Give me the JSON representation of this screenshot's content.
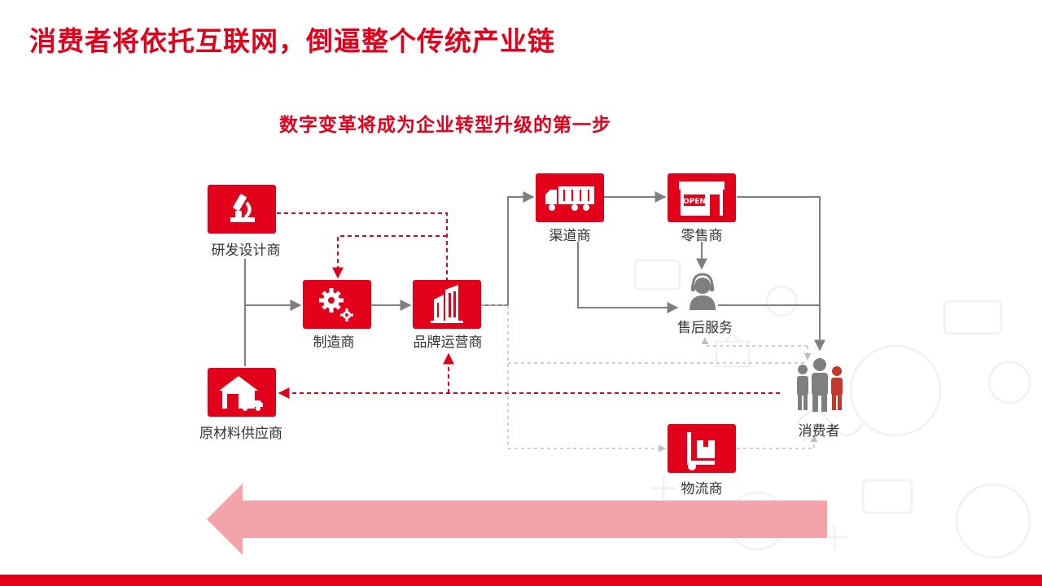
{
  "title": "消费者将依托互联网，倒逼整个传统产业链",
  "subtitle": "数字变革将成为企业转型升级的第一步",
  "nodes": {
    "rd": "研发设计商",
    "manufacturer": "制造商",
    "brand_operator": "品牌运营商",
    "channel": "渠道商",
    "retailer": "零售商",
    "after_sales": "售后服务",
    "raw_supplier": "原材料供应商",
    "consumer": "消费者",
    "logistics": "物流商"
  },
  "icons": {
    "rd": "microscope-icon",
    "manufacturer": "gears-icon",
    "brand_operator": "buildings-icon",
    "channel": "truck-icon",
    "retailer": "open-store-icon",
    "after_sales": "headset-person-icon",
    "raw_supplier": "warehouse-truck-icon",
    "consumer": "people-group-icon",
    "logistics": "hand-truck-icon"
  },
  "store_sign": "OPEN",
  "colors": {
    "accent": "#e3001b",
    "gray_flow": "#7f7f7f",
    "dashed_gray": "#bfbfbf",
    "arrow_pink": "#f4a3aa"
  }
}
